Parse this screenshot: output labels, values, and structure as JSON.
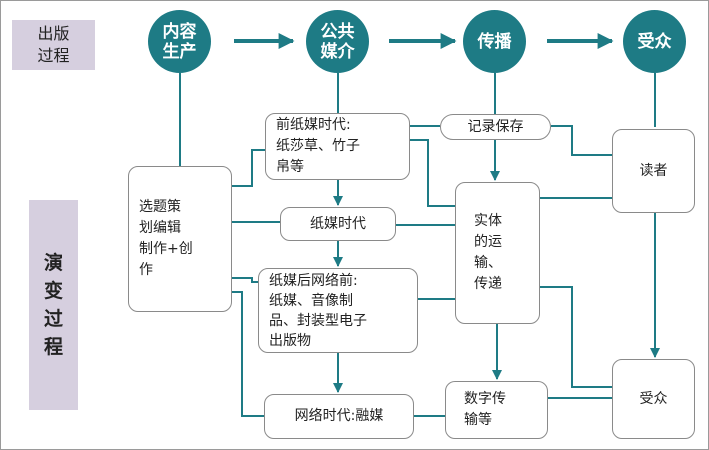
{
  "side_labels": {
    "publishing_process": "出版\n过程",
    "evolution_process": "演\n变\n过\n程"
  },
  "stages": [
    "内容\n生产",
    "公共\n媒介",
    "传播",
    "受众"
  ],
  "boxes": {
    "topic_selection": "选题策\n划编辑\n制作+创\n作",
    "pre_paper_era": "前纸媒时代:\n纸莎草、竹子\n帛等",
    "paper_era": "纸媒时代",
    "post_paper_era": "纸媒后网络前:\n纸媒、音像制\n品、封装型电子\n出版物",
    "network_era": "网络时代:融媒",
    "record_keeping": "记录保存",
    "physical_transport": "实体\n的运\n输、\n传递",
    "digital_transmission": "数字传\n输等",
    "reader": "读者",
    "audience": "受众"
  },
  "colors": {
    "stage_fill": "#1e7b85",
    "connector": "#1e7b85",
    "side_fill": "#d6cfdf",
    "box_border": "#8a8a8a"
  }
}
